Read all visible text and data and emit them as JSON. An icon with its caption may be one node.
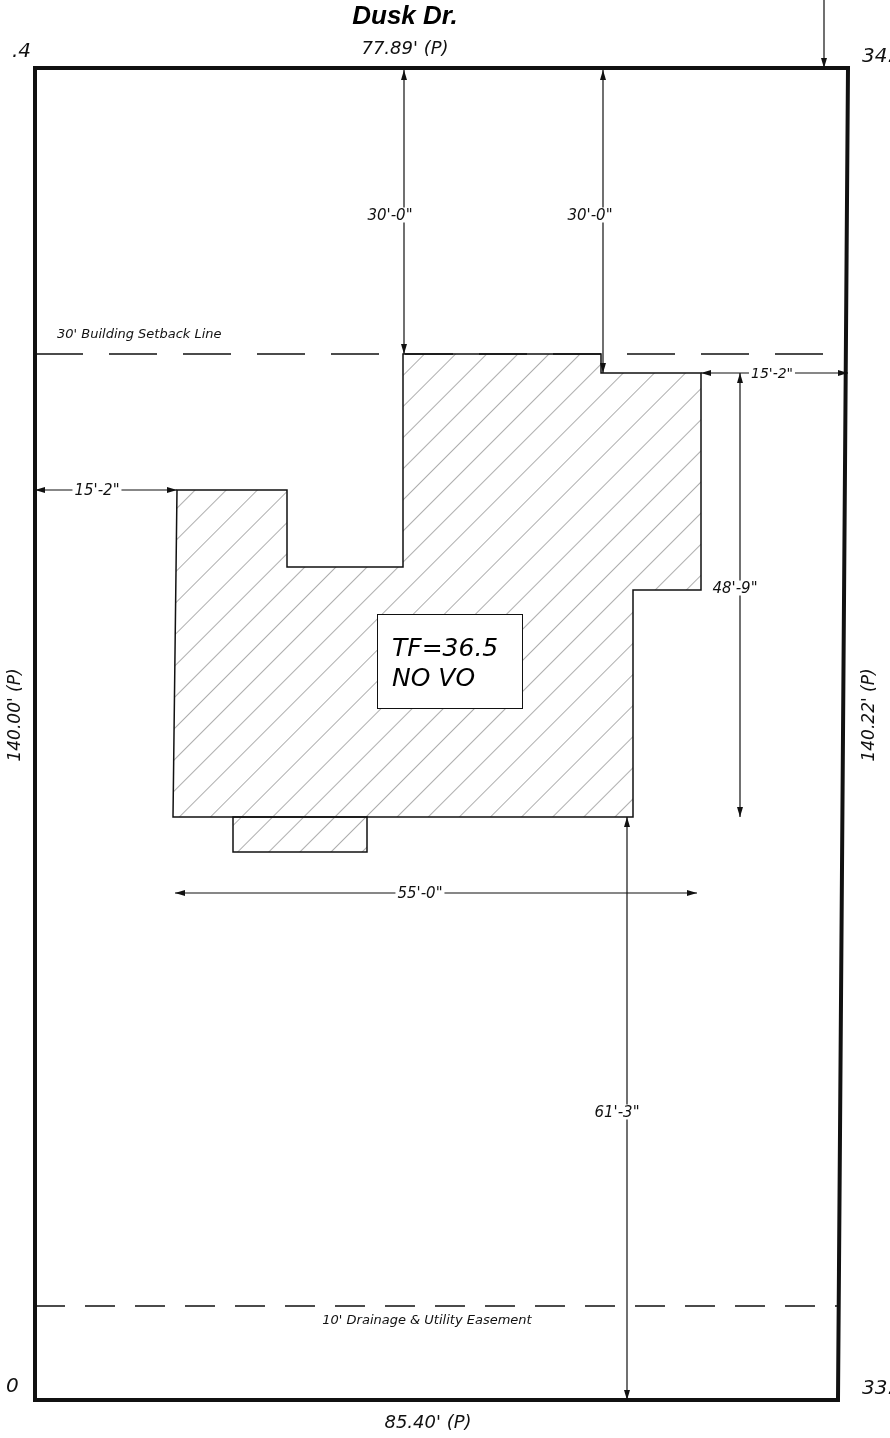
{
  "diagram": {
    "title": "Dusk Dr.",
    "nodes": [
      {
        "text": [
          "TF=36.5",
          "NO VO"
        ]
      }
    ],
    "edges": [],
    "labels": [
      ".4",
      "77.89' (P)",
      "34.",
      "30'-0\"",
      "30'-0\"",
      "30' Building Setback Line",
      "15'-2\"",
      "15'-2\"",
      "48'-9\"",
      "140.00' (P)",
      "140.22' (P)",
      "55'-0\"",
      "61'-3\"",
      "10' Drainage & Utility Easement",
      "0",
      "33.",
      "85.40' (P)"
    ]
  }
}
